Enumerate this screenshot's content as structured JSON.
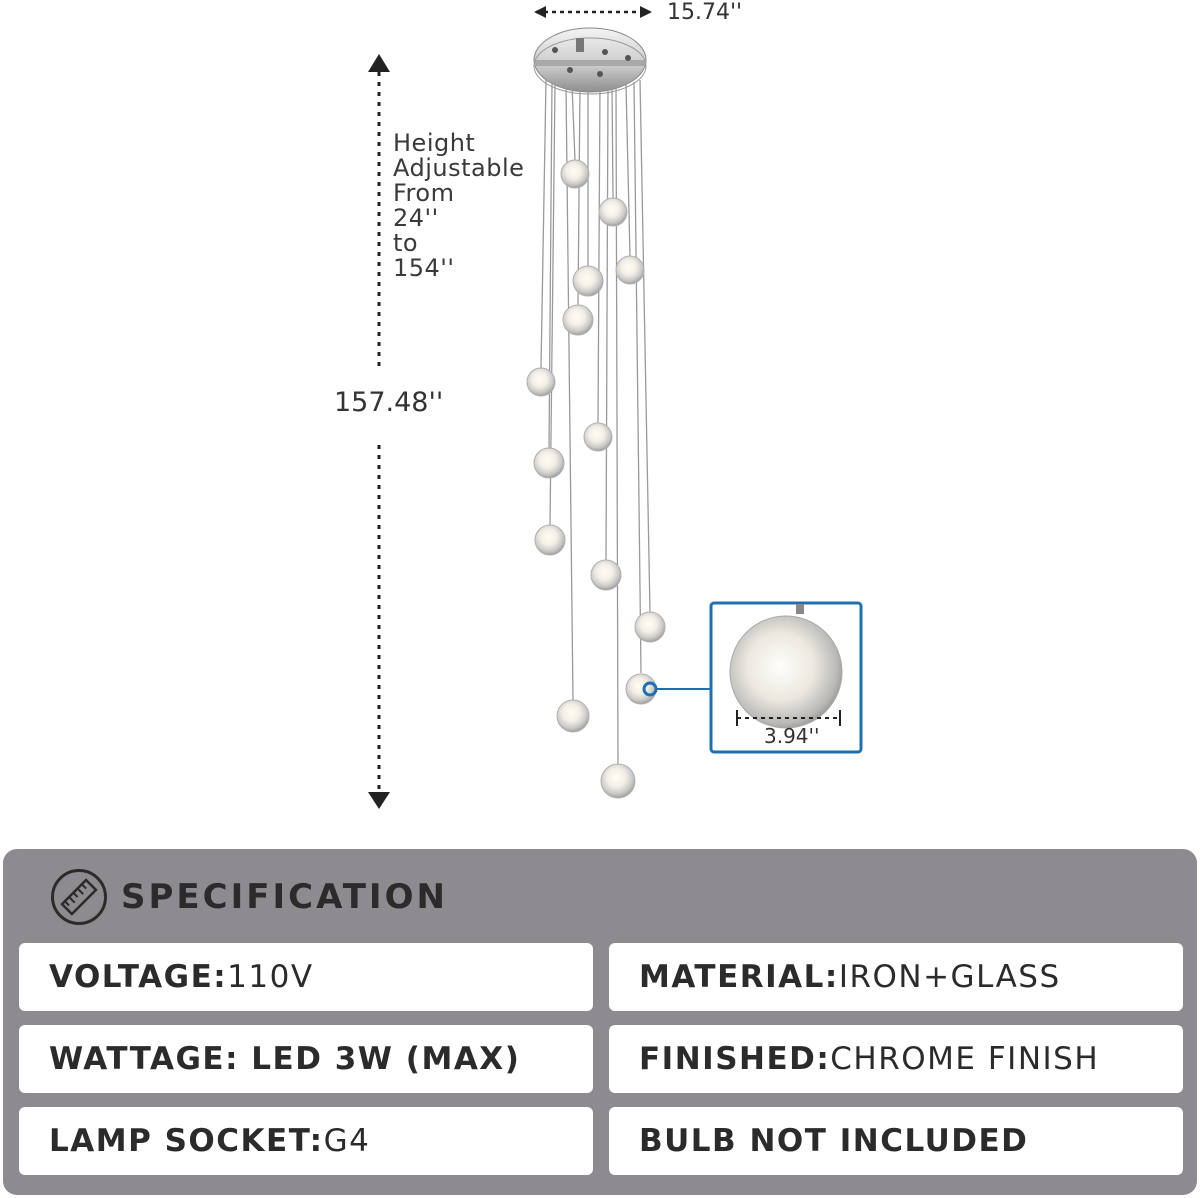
{
  "dimensions": {
    "width": "15.74''",
    "height_note_lines": [
      "Height",
      "Adjustable",
      "From",
      "24''",
      "to",
      "154''"
    ],
    "total_height": "157.48''",
    "globe_diameter": "3.94''"
  },
  "specification": {
    "title": "SPECIFICATION",
    "icon": "ruler-in-circle-icon",
    "rows": [
      {
        "left_key": "VOLTAGE:",
        "left_value": "110V",
        "right_key": "MATERIAL:",
        "right_value": "IRON+GLASS"
      },
      {
        "left_key": "WATTAGE:  LED 3W  (MAX)",
        "left_value": "",
        "right_key": "FINISHED:",
        "right_value": "CHROME FINISH"
      },
      {
        "left_key": "LAMP SOCKET:",
        "left_value": "G4",
        "right_key": "BULB NOT INCLUDED",
        "right_value": ""
      }
    ]
  },
  "colors": {
    "panel": "#8e8b90",
    "detail_border": "#1f6fb2",
    "text": "#2b2b2b"
  }
}
